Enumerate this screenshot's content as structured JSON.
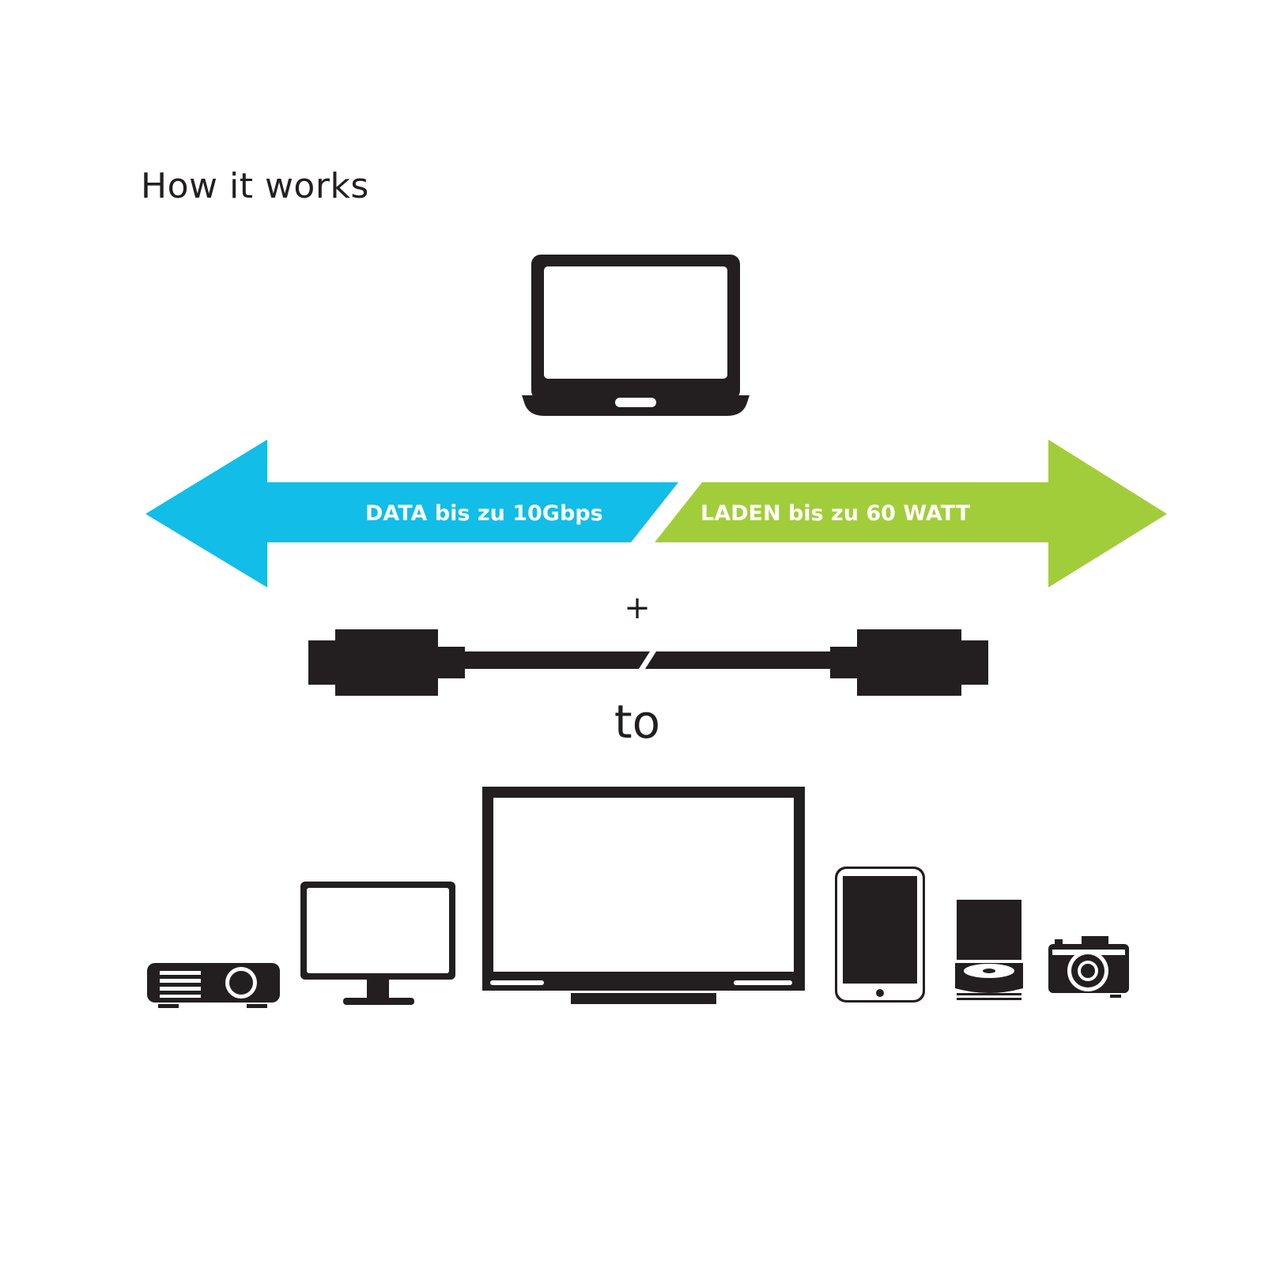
{
  "title": "How it works",
  "arrows": {
    "data_label": "DATA bis zu 10Gbps",
    "power_label": "LADEN bis zu 60 WATT",
    "data_color": "#12bde8",
    "power_color": "#a2cd3a"
  },
  "plus_symbol": "+",
  "to_label": "to",
  "icons": {
    "source": "laptop-icon",
    "cable": "usb-c-cable-icon",
    "targets": [
      "projector-icon",
      "monitor-icon",
      "tv-icon",
      "smartphone-icon",
      "speaker-icon",
      "camera-icon"
    ]
  }
}
